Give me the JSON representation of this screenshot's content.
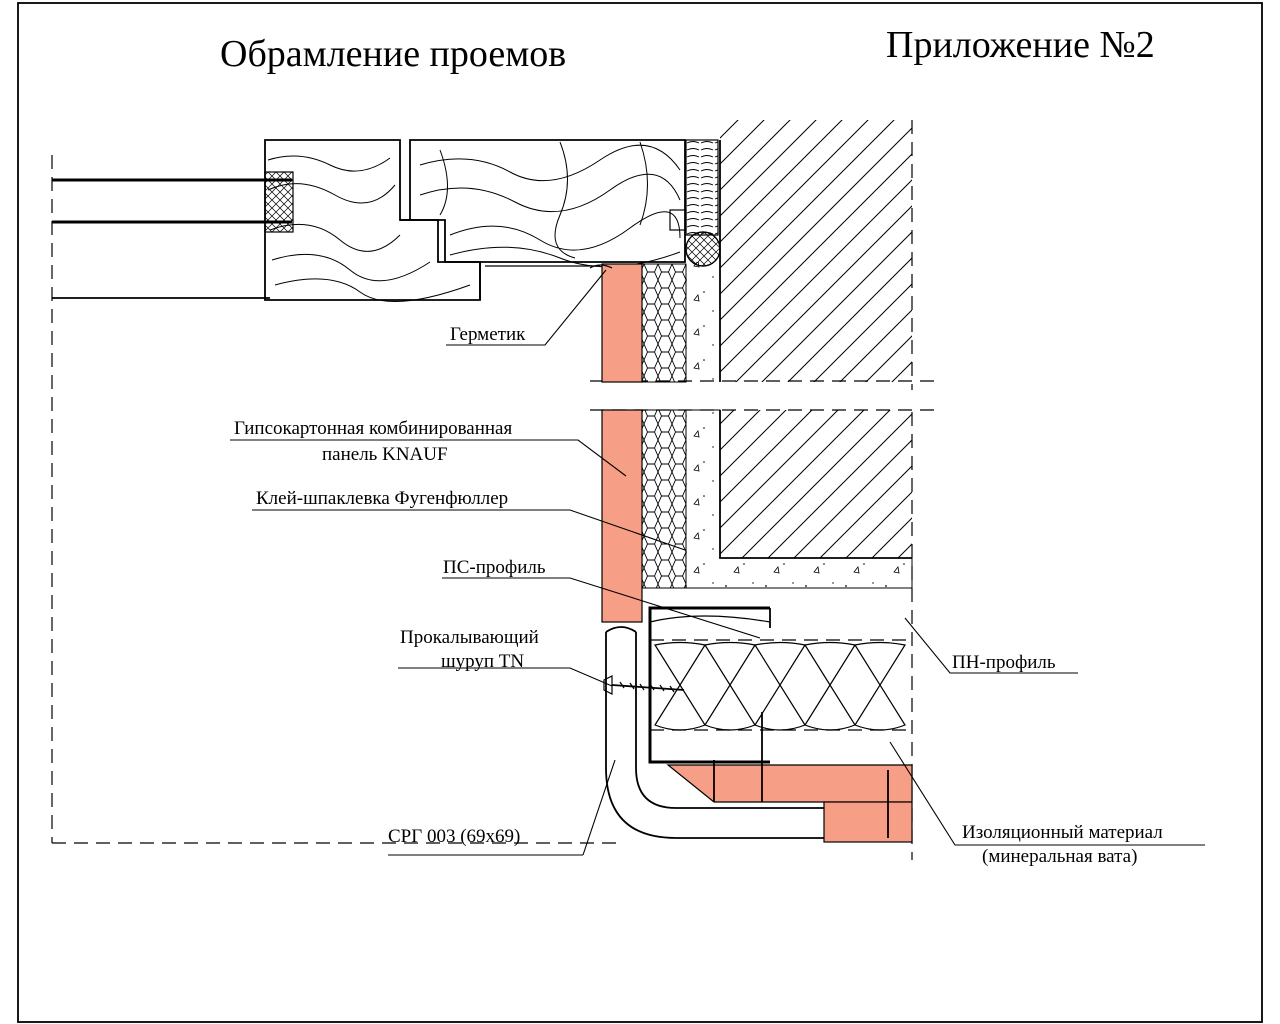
{
  "header": {
    "title": "Обрамление проемов",
    "appendix": "Приложение №2"
  },
  "labels": {
    "sealant": "Герметик",
    "gkl_line1": "Гипсокартонная комбинированная",
    "gkl_line2": "панель KNAUF",
    "glue": "Клей-шпаклевка Фугенфюллер",
    "ps_profile": "ПС-профиль",
    "screw_line1": "Прокалывающий",
    "screw_line2": "шуруп TN",
    "pn_profile": "ПН-профиль",
    "srg": "СРГ 003 (69x69)",
    "insulation_line1": "Изоляционный материал",
    "insulation_line2": "(минеральная вата)"
  },
  "colors": {
    "board": "#f79f86",
    "line": "#000000",
    "background": "#ffffff"
  }
}
